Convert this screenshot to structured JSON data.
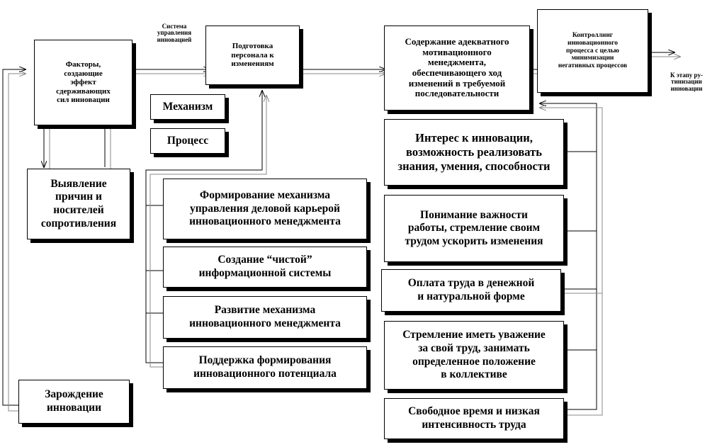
{
  "diagram": {
    "factors": "Факторы,\nсоздающие\nэффект\nсдерживающих\nсил инновации",
    "causes": "Выявление\nпричин и\nносителей\nсопротивления",
    "origin": "Зарождение\nинновации",
    "prep": "Подготовка\nперсонала к\nизменениям",
    "mechanism": "Механизм",
    "process": "Процесс",
    "career": "Формирование механизма\nуправления деловой карьерой\nинновационного менеджмента",
    "infosys": "Создание “чистой”\nинформационной системы",
    "develop": "Развитие механизма\nинновационного менеджмента",
    "potential": "Поддержка формирования\nинновационного потенциала",
    "content": "Содержание адекватного\nмотивационного\nменеджмента,\nобеспечивающего ход\nизменений в требуемой\nпоследовательности",
    "control": "Контроллинг\nинновационного\nпроцесса с целью\nминимизации\nнегативных процессов",
    "interest": "Интерес к инновации,\nвозможность реализовать\nзнания, умения, способности",
    "understanding": "Понимание важности\nработы, стремление своим\nтрудом ускорить изменения",
    "pay": "Оплата труда в денежной\nи натуральной форме",
    "respect": "Стремление иметь уважение\nза свой труд, занимать\nопределенное положение\nв коллективе",
    "freetime": "Свободное время и низкая\nинтенсивность труда",
    "label_system": "Система\nуправления\nинновацией",
    "label_next": "К этапу ру-\nтинизации\nинновации"
  }
}
